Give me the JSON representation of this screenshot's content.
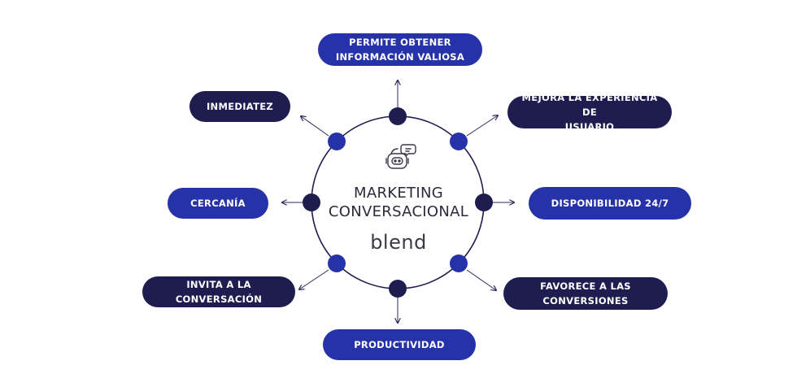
{
  "center": {
    "title_line1": "MARKETING",
    "title_line2": "CONVERSACIONAL",
    "brand": "blend",
    "icon": "chatbot-robot-icon"
  },
  "benefits": [
    {
      "line1": "PERMITE OBTENER",
      "line2": "INFORMACIÓN VALIOSA"
    },
    {
      "line1": "MEJORA LA EXPERIENCIA DE",
      "line2": "USUARIO"
    },
    {
      "line1": "DISPONIBILIDAD 24/7",
      "line2": ""
    },
    {
      "line1": "FAVORECE A LAS",
      "line2": "CONVERSIONES"
    },
    {
      "line1": "PRODUCTIVIDAD",
      "line2": ""
    },
    {
      "line1": "INVITA A LA CONVERSACIÓN",
      "line2": ""
    },
    {
      "line1": "CERCANÍA",
      "line2": ""
    },
    {
      "line1": "INMEDIATEZ",
      "line2": ""
    }
  ],
  "colors": {
    "blue": "#2633a8",
    "navy": "#1f1c4f",
    "line": "#2a2a5c"
  }
}
